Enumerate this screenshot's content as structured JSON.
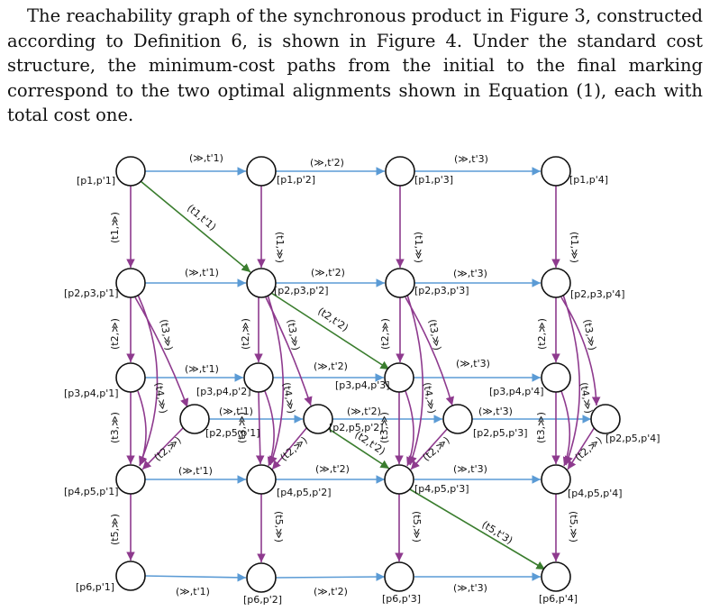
{
  "paragraph": "The reachability graph of the synchronous product in Figure 3, constructed according to Definition 6, is shown in Figure 4. Under the standard cost structure, the minimum-cost paths from the initial to the final marking correspond to the two optimal alignments shown in Equation (1), each with total cost one.",
  "colors": {
    "model_move": "#5b9bd5",
    "log_move": "#8e3a8e",
    "sync_move": "#3a7d2e",
    "node": "#111111"
  },
  "nodes": {
    "p1_p1": "[p1,p'1]",
    "p1_p2": "[p1,p'2]",
    "p1_p3": "[p1,p'3]",
    "p1_p4": "[p1,p'4]",
    "p23_p1": "[p2,p3,p'1]",
    "p23_p2": "[p2,p3,p'2]",
    "p23_p3": "[p2,p3,p'3]",
    "p23_p4": "[p2,p3,p'4]",
    "p34_p1": "[p3,p4,p'1]",
    "p34_p2": "[p3,p4,p'2]",
    "p34_p3": "[p3,p4,p'3]",
    "p34_p4": "[p3,p4,p'4]",
    "p25_p1": "[p2,p5,p'1]",
    "p25_p2": "[p2,p5,p'2]",
    "p25_p3": "[p2,p5,p'3]",
    "p25_p4": "[p2,p5,p'4]",
    "p45_p1": "[p4,p5,p'1]",
    "p45_p2": "[p4,p5,p'2]",
    "p45_p3": "[p4,p5,p'3]",
    "p45_p4": "[p4,p5,p'4]",
    "p6_p1": "[p6,p'1]",
    "p6_p2": "[p6,p'2]",
    "p6_p3": "[p6,p'3]",
    "p6_p4": "[p6,p'4]"
  },
  "edge_labels": {
    "m1": "(≫,t'1)",
    "m2": "(≫,t'2)",
    "m3": "(≫,t'3)",
    "l1": "(t1,≫)",
    "l2": "(t2,≫)",
    "l3": "(t3,≫)",
    "l4": "(t4,≫)",
    "l5": "(t5,≫)",
    "s1": "(t1,t'1)",
    "s2": "(t2,t'2)",
    "s5": "(t5,t'3)"
  }
}
